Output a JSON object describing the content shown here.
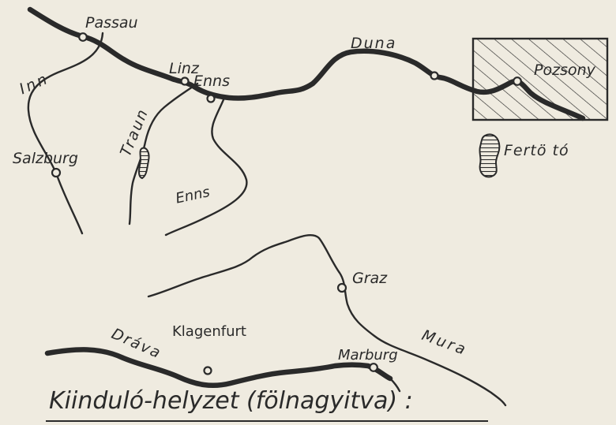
{
  "header": {
    "title": "Kiinduló-helyzet (fölnagyitva) :"
  },
  "labels": {
    "passau": "Passau",
    "linz": "Linz",
    "enns_town": "Enns",
    "duna": "Duna",
    "pozsony": "Pozsony",
    "inn": "Inn",
    "traun": "Traun",
    "salzburg": "Salzburg",
    "enns_river": "Enns",
    "ferto_to": "Fertö tó",
    "graz": "Graz",
    "drava": "Dráva",
    "klagenfurt": "Klagenfurt",
    "mura": "Mura",
    "marburg": "Marburg"
  },
  "colors": {
    "ink": "#2a2a2a",
    "paper": "#efebe0"
  }
}
